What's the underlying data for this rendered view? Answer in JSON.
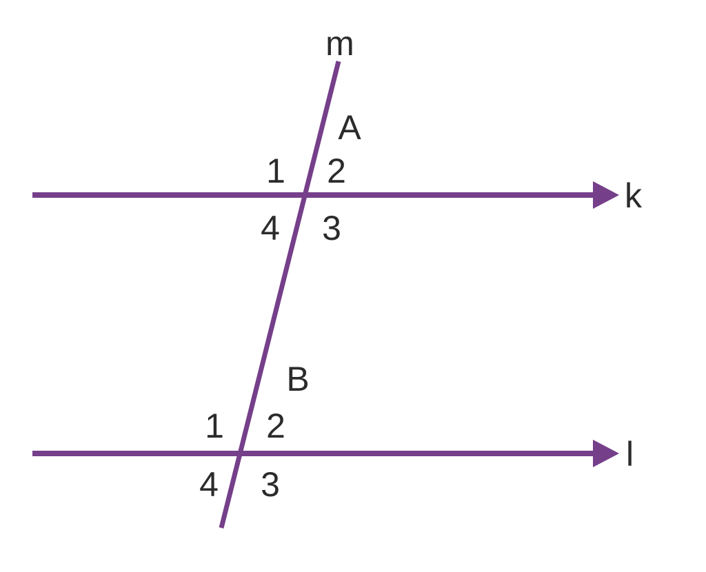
{
  "colors": {
    "line": "#753f8a",
    "text": "#2b2b2b",
    "background": "#ffffff"
  },
  "lines": {
    "transversal": {
      "label": "m"
    },
    "top": {
      "label": "k"
    },
    "bottom": {
      "label": "l"
    }
  },
  "points": {
    "upper": {
      "label": "A"
    },
    "lower": {
      "label": "B"
    }
  },
  "angles": {
    "upper": [
      "1",
      "2",
      "3",
      "4"
    ],
    "lower": [
      "1",
      "2",
      "3",
      "4"
    ]
  }
}
